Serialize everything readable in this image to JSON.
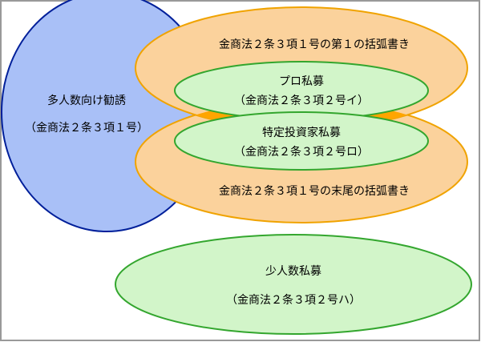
{
  "colors": {
    "frame": "#999999",
    "blue_fill": "#a9c0f7",
    "blue_stroke": "#001f9a",
    "orange_fill": "#fbd29c",
    "orange_stroke": "#f0a300",
    "orange_overlap": "#ffa500",
    "green_fill": "#d2f5c9",
    "green_stroke": "#33a62e"
  },
  "mass_solicitation": {
    "title": "多人数向け勧誘",
    "reference": "（金商法２条３項１号）"
  },
  "article_main_clause": {
    "label": "金商法２条３項１号の第１の括弧書き"
  },
  "pro_private_placement": {
    "title": "プロ私募",
    "reference": "（金商法２条３項２号イ）"
  },
  "specified_investor_private_placement": {
    "title": "特定投資家私募",
    "reference": "（金商法２条３項２号ロ）"
  },
  "article_end_clause": {
    "label": "金商法２条３項１号の末尾の括弧書き"
  },
  "small_number_private_placement": {
    "title": "少人数私募",
    "reference": "（金商法２条３項２号ハ）"
  }
}
